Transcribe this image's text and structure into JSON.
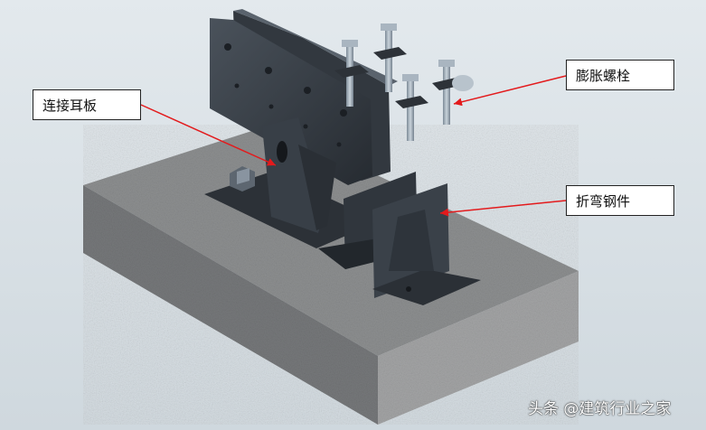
{
  "labels": {
    "bracket": "连接耳板",
    "bolt": "膨胀螺栓",
    "steel": "折弯钢件"
  },
  "watermark": "头条 @建筑行业之家",
  "colors": {
    "background": "#d5dde3",
    "concrete_top": "#8d8f90",
    "concrete_left": "#7a7c7e",
    "concrete_right": "#a2a3a4",
    "steel_dark": "#2b3036",
    "steel_mid": "#3c434b",
    "steel_light": "#5a636d",
    "bolt": "#9aa7b3",
    "arrow": "#e31a1c"
  }
}
